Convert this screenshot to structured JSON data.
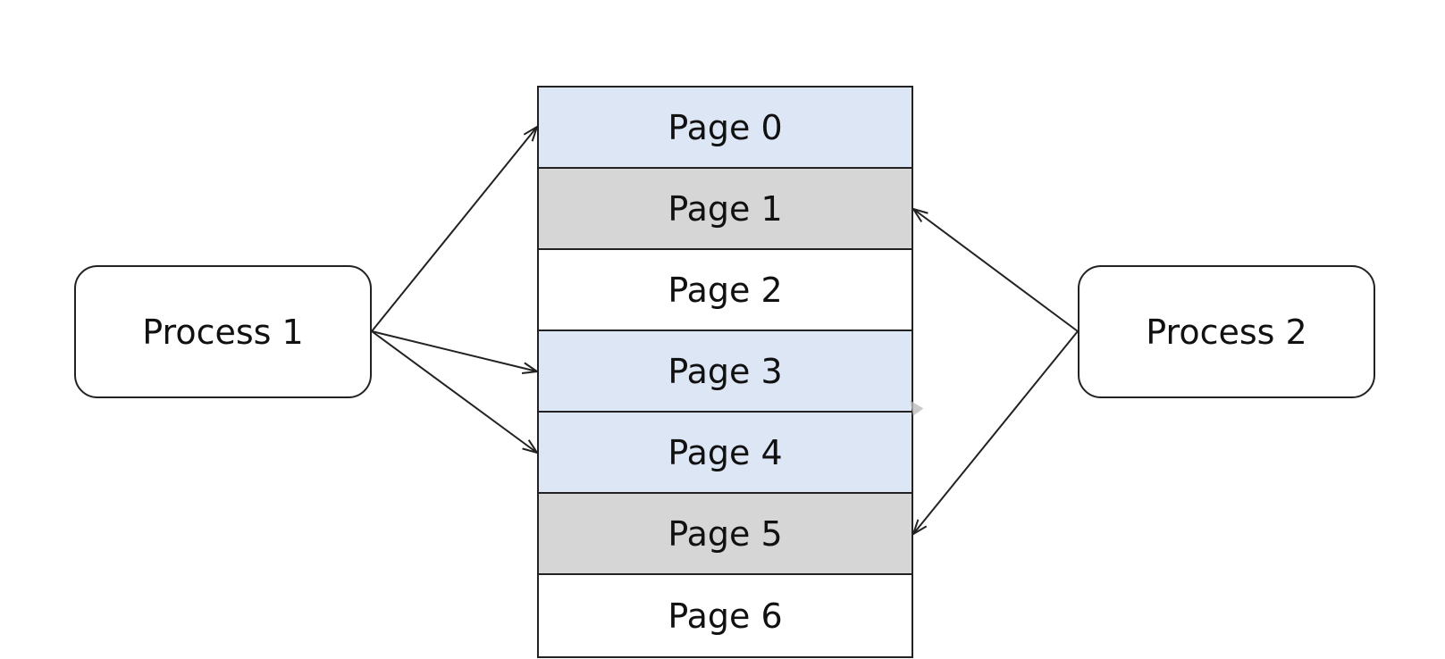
{
  "processes": [
    {
      "id": "process-1",
      "label": "Process 1"
    },
    {
      "id": "process-2",
      "label": "Process 2"
    }
  ],
  "pages": [
    {
      "label": "Page 0",
      "fill": "#dde6f5"
    },
    {
      "label": "Page 1",
      "fill": "#d6d6d6"
    },
    {
      "label": "Page 2",
      "fill": "#ffffff"
    },
    {
      "label": "Page 3",
      "fill": "#dde6f5"
    },
    {
      "label": "Page 4",
      "fill": "#dde6f5"
    },
    {
      "label": "Page 5",
      "fill": "#d6d6d6"
    },
    {
      "label": "Page 6",
      "fill": "#ffffff"
    }
  ],
  "mappings": [
    {
      "process": "Process 1",
      "pages": [
        "Page 0",
        "Page 3",
        "Page 4"
      ]
    },
    {
      "process": "Process 2",
      "pages": [
        "Page 1",
        "Page 5"
      ]
    }
  ]
}
